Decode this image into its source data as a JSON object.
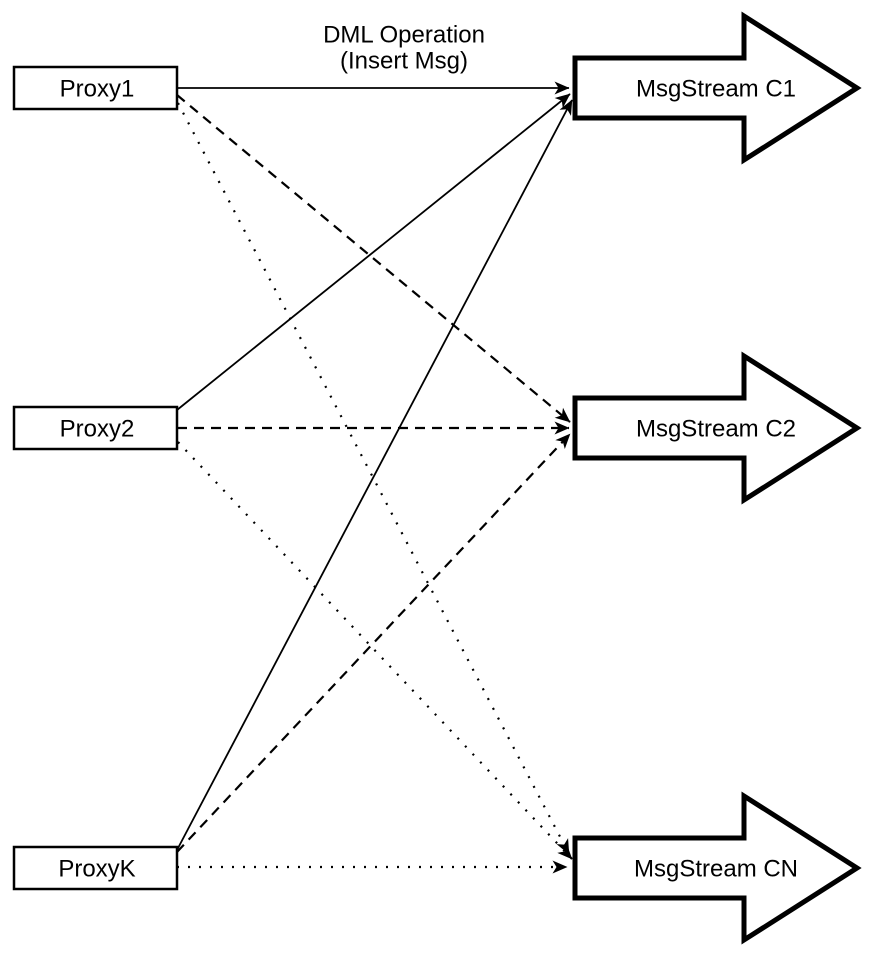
{
  "diagram": {
    "title": {
      "line1": "DML Operation",
      "line2": "(Insert Msg)"
    },
    "proxies": [
      {
        "id": "proxy1",
        "label": "Proxy1"
      },
      {
        "id": "proxy2",
        "label": "Proxy2"
      },
      {
        "id": "proxyk",
        "label": "ProxyK"
      }
    ],
    "streams": [
      {
        "id": "msgstream-c1",
        "label": "MsgStream C1"
      },
      {
        "id": "msgstream-c2",
        "label": "MsgStream C2"
      },
      {
        "id": "msgstream-cn",
        "label": "MsgStream CN"
      }
    ],
    "edges": [
      {
        "from": "Proxy1",
        "to": "MsgStream C1",
        "line_style": "solid"
      },
      {
        "from": "Proxy2",
        "to": "MsgStream C1",
        "line_style": "solid"
      },
      {
        "from": "ProxyK",
        "to": "MsgStream C1",
        "line_style": "solid"
      },
      {
        "from": "Proxy1",
        "to": "MsgStream C2",
        "line_style": "dashed"
      },
      {
        "from": "Proxy2",
        "to": "MsgStream C2",
        "line_style": "dashed"
      },
      {
        "from": "ProxyK",
        "to": "MsgStream C2",
        "line_style": "dashed"
      },
      {
        "from": "Proxy1",
        "to": "MsgStream CN",
        "line_style": "dotted"
      },
      {
        "from": "Proxy2",
        "to": "MsgStream CN",
        "line_style": "dotted"
      },
      {
        "from": "ProxyK",
        "to": "MsgStream CN",
        "line_style": "dotted"
      }
    ],
    "colors": {
      "stroke": "#000000",
      "fill": "#ffffff",
      "background": "#ffffff"
    }
  }
}
